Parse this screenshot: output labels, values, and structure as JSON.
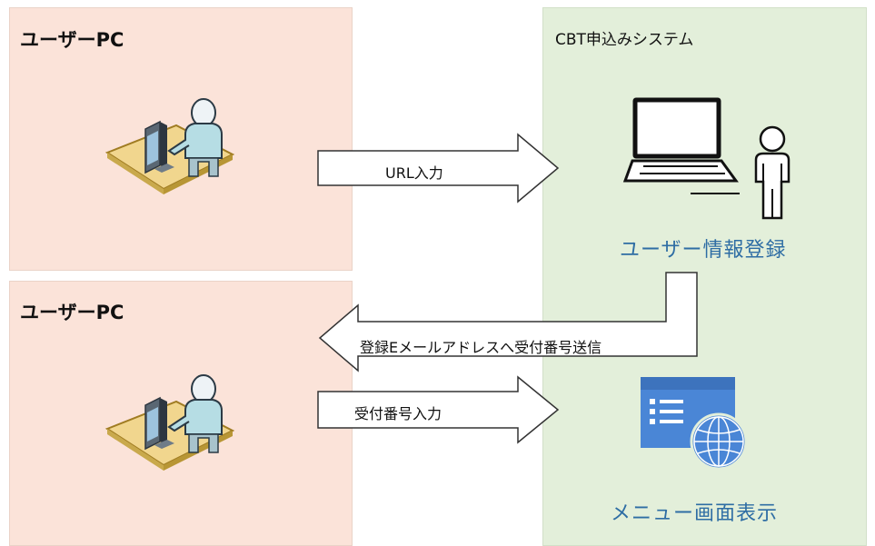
{
  "user_panel_top": {
    "title": "ユーザーPC"
  },
  "user_panel_bottom": {
    "title": "ユーザーPC"
  },
  "system_panel": {
    "title": "CBT申込みシステム",
    "registration_label": "ユーザー情報登録",
    "menu_label": "メニュー画面表示"
  },
  "arrows": {
    "url_input": "URL入力",
    "send_receipt": "登録Eメールアドレスへ受付番号送信",
    "receipt_input": "受付番号入力"
  },
  "icons": [
    "user-at-computer-icon",
    "user-at-computer-icon",
    "laptop-icon",
    "person-icon",
    "web-page-icon",
    "globe-icon"
  ],
  "colors": {
    "user_panel_bg": "#fbe3d9",
    "system_panel_bg": "#e3efda",
    "label_blue": "#2e6da4",
    "web_page_blue": "#4a86d6"
  }
}
